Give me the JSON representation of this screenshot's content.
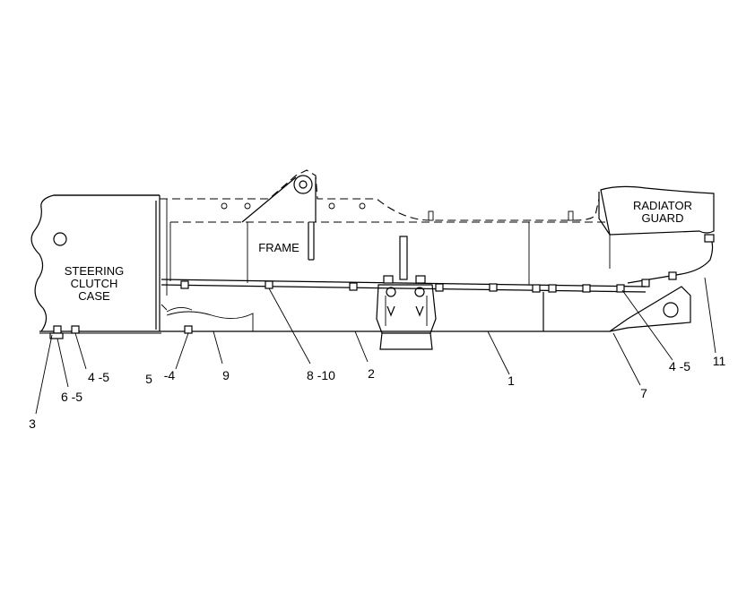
{
  "labels": {
    "steering_1": "STEERING",
    "steering_2": "CLUTCH",
    "steering_3": "CASE",
    "frame": "FRAME",
    "radiator_1": "RADIATOR",
    "radiator_2": "GUARD"
  },
  "callouts": {
    "c3": "3",
    "c6_5": "6 -5",
    "c4_5_left": "4 -5",
    "c5": "5",
    "c4": "-4",
    "c9": "9",
    "c8_10": "8 -10",
    "c2": "2",
    "c1": "1",
    "c7": "7",
    "c4_5_right": "4 -5",
    "c11": "11"
  }
}
